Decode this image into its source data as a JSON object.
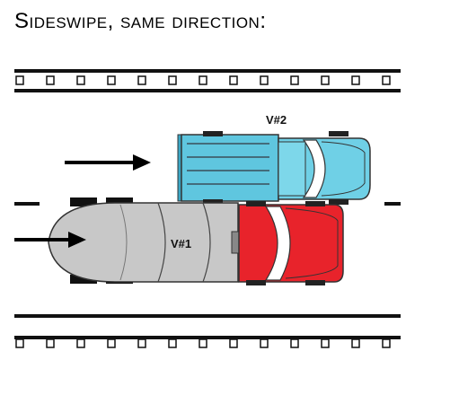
{
  "title": "Sideswipe, same direction:",
  "vehicles": {
    "v1": {
      "label": "V#1",
      "body_color": "#c8c8c8",
      "cab_color": "#e8232b"
    },
    "v2": {
      "label": "V#2",
      "body_color": "#5fc6df",
      "cab_color": "#6fd0e6"
    }
  },
  "colors": {
    "road_line": "#111111",
    "arrow": "#000000"
  },
  "icons": [
    "right-arrow-icon",
    "right-arrow-icon"
  ]
}
